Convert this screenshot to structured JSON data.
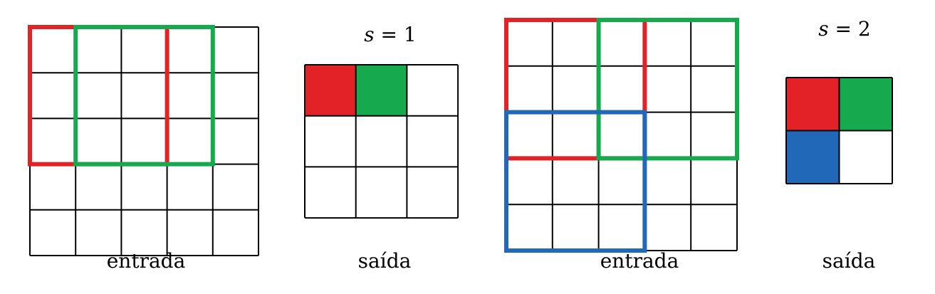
{
  "colors": {
    "red": "#e32227",
    "green": "#16a94d",
    "blue": "#2168b8",
    "grid": "#000000",
    "background": "#ffffff"
  },
  "panels": [
    {
      "id": "input-stride-1",
      "kind": "input",
      "rows": 5,
      "cols": 5,
      "caption": "entrada",
      "windows": [
        {
          "color": "red",
          "row": 0,
          "col": 0,
          "size": 3
        },
        {
          "color": "green",
          "row": 0,
          "col": 1,
          "size": 3
        }
      ]
    },
    {
      "id": "output-stride-1",
      "kind": "output",
      "rows": 3,
      "cols": 3,
      "caption": "saída",
      "stride_label": {
        "var": "s",
        "eq": " = ",
        "value": "1"
      },
      "filled_cells": [
        {
          "color": "red",
          "row": 0,
          "col": 0
        },
        {
          "color": "green",
          "row": 0,
          "col": 1
        }
      ]
    },
    {
      "id": "input-stride-2",
      "kind": "input",
      "rows": 5,
      "cols": 5,
      "caption": "entrada",
      "windows": [
        {
          "color": "red",
          "row": 0,
          "col": 0,
          "size": 3
        },
        {
          "color": "green",
          "row": 0,
          "col": 2,
          "size": 3
        },
        {
          "color": "blue",
          "row": 2,
          "col": 0,
          "size": 3
        }
      ]
    },
    {
      "id": "output-stride-2",
      "kind": "output",
      "rows": 2,
      "cols": 2,
      "caption": "saída",
      "stride_label": {
        "var": "s",
        "eq": " = ",
        "value": "2"
      },
      "filled_cells": [
        {
          "color": "red",
          "row": 0,
          "col": 0
        },
        {
          "color": "green",
          "row": 0,
          "col": 1
        },
        {
          "color": "blue",
          "row": 1,
          "col": 0
        }
      ]
    }
  ]
}
